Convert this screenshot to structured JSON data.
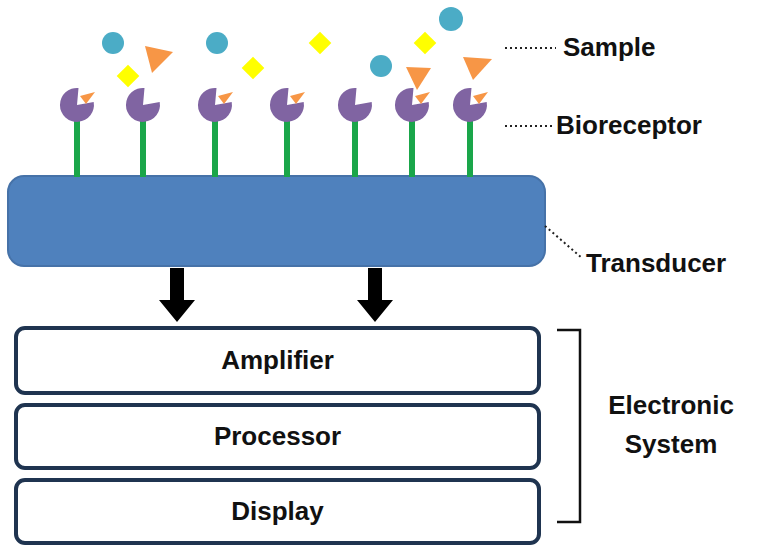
{
  "diagram": {
    "nodes": [
      {
        "text": [
          "Amplifier"
        ]
      },
      {
        "text": [
          "Processor"
        ]
      },
      {
        "text": [
          "Display"
        ]
      }
    ],
    "labels": [
      "Sample",
      "Bioreceptor",
      "Transducer",
      "Electronic System"
    ]
  }
}
